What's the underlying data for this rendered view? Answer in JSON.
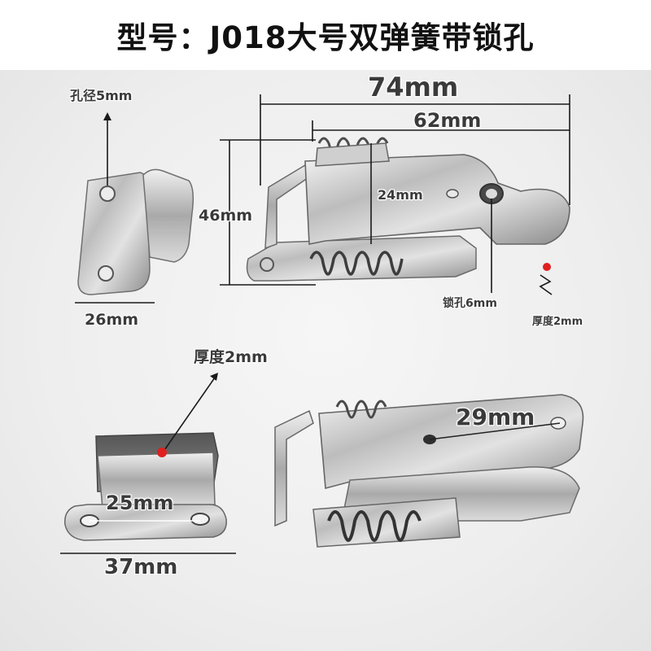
{
  "header": {
    "title": "型号：J018大号双弹簧带锁孔"
  },
  "dimensions": {
    "hole_diameter": "孔径5mm",
    "overall_length": "74mm",
    "body_length": "62mm",
    "height": "46mm",
    "inner_width": "24mm",
    "lock_hole": "锁孔6mm",
    "thickness_top": "厚度2mm",
    "plate_width": "26mm",
    "thickness_bottom": "厚度2mm",
    "hole_spacing": "25mm",
    "base_length": "37mm",
    "slot_length": "29mm"
  }
}
